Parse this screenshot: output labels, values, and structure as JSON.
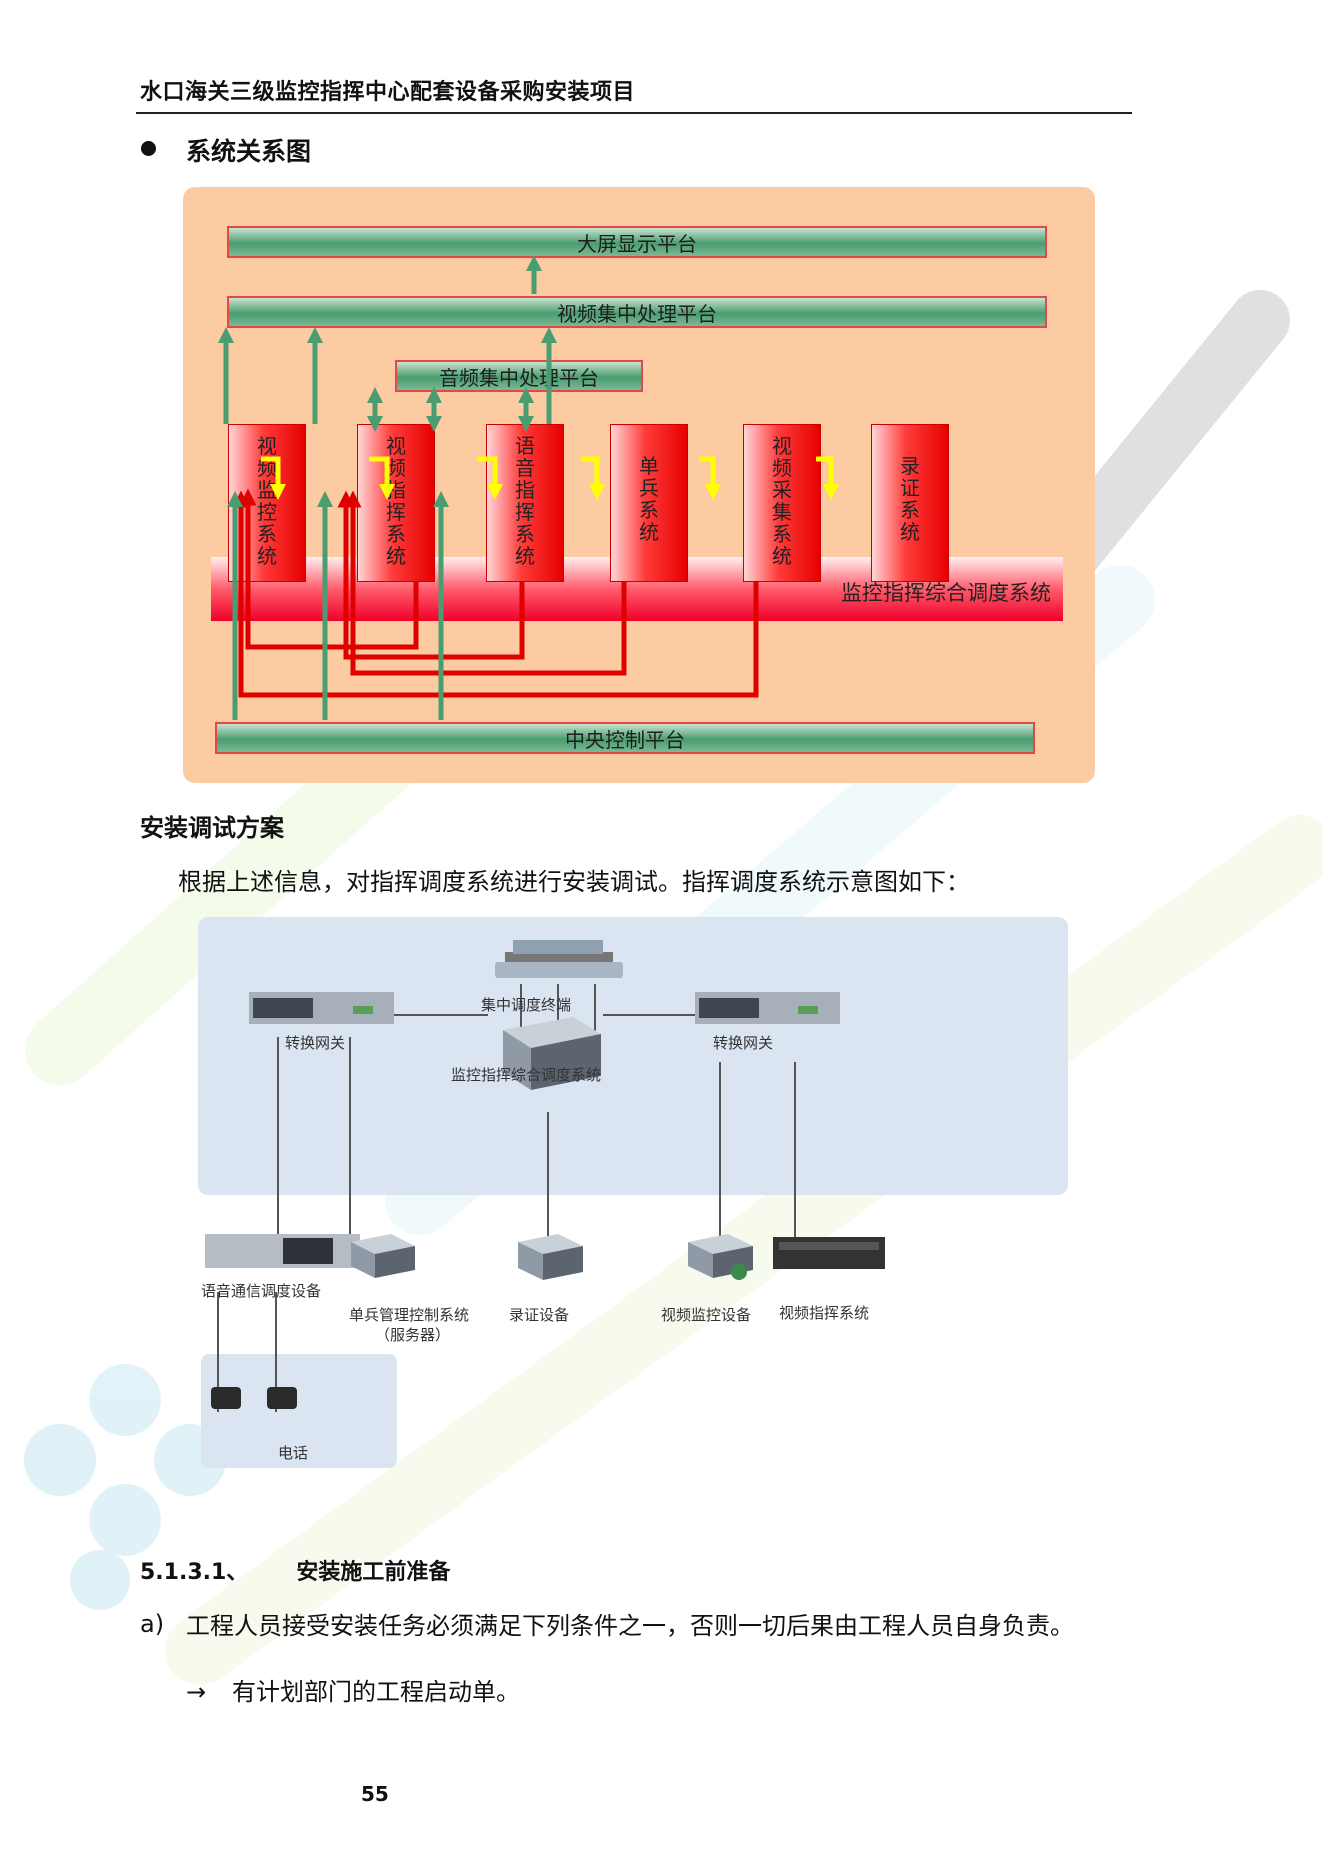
{
  "header": {
    "title": "水口海关三级监控指挥中心配套设备采购安装项目"
  },
  "section1": {
    "bullet_title": "系统关系图"
  },
  "diagram1": {
    "top_bar": "大屏显示平台",
    "video_bar": "视频集中处理平台",
    "audio_bar": "音频集中处理平台",
    "subsystems": [
      {
        "label": "视频监控系统"
      },
      {
        "label": "视频指挥系统"
      },
      {
        "label": "语音指挥系统"
      },
      {
        "label": "单兵系统"
      },
      {
        "label": "视频采集系统"
      },
      {
        "label": "录证系统"
      }
    ],
    "integrated_bar": "监控指挥综合调度系统",
    "central_bar": "中央控制平台"
  },
  "section2": {
    "title": "安装调试方案",
    "paragraph": "根据上述信息，对指挥调度系统进行安装调试。指挥调度系统示意图如下："
  },
  "diagram2": {
    "terminal": "集中调度终端",
    "gateway_left": "转换网关",
    "gateway_right": "转换网关",
    "core": "监控指挥综合调度系统",
    "voice_device": "语音通信调度设备",
    "soldier_server_line1": "单兵管理控制系统",
    "soldier_server_line2": "（服务器）",
    "evidence": "录证设备",
    "video_monitor": "视频监控设备",
    "video_command": "视频指挥系统",
    "phone": "电话"
  },
  "section3": {
    "number": "5.1.3.1、",
    "title": "安装施工前准备",
    "item_a_label": "a)",
    "item_a_text": "工程人员接受安装任务必须满足下列条件之一，否则一切后果由工程人员自身负责。",
    "arrow_symbol": "→",
    "arrow_item": "有计划部门的工程启动单。"
  },
  "footer": {
    "page_number": "55"
  },
  "colors": {
    "diagram1_bg": "#fccba1",
    "diagram2_bg": "#dbe5f1",
    "arrow_green": "#4a9d70",
    "line_red": "#e00000",
    "arrow_yellow": "#ffff00"
  }
}
